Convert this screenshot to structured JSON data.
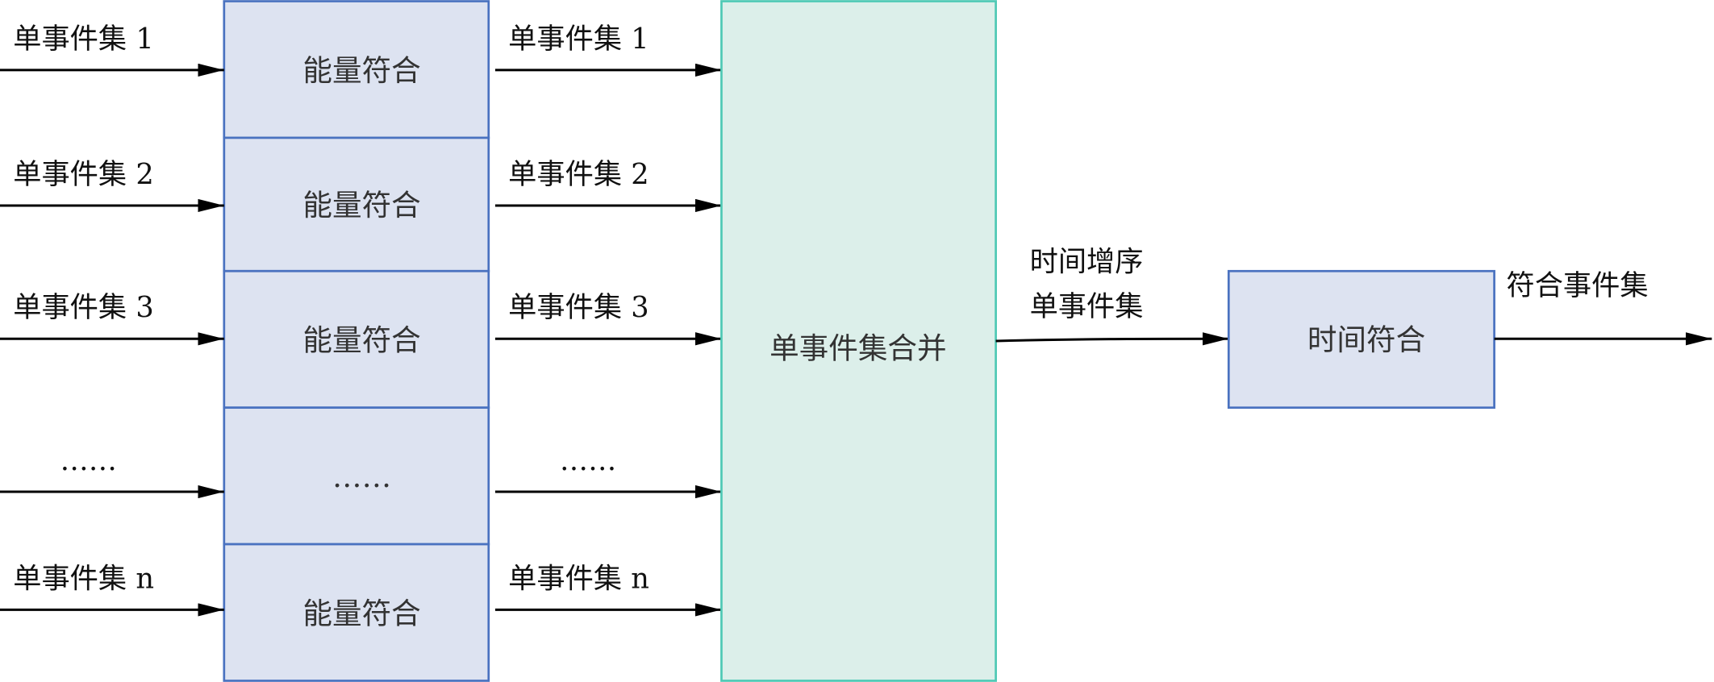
{
  "inputs": [
    "单事件集 1",
    "单事件集 2",
    "单事件集 3",
    "……",
    "单事件集 n"
  ],
  "energy_blocks": [
    "能量符合",
    "能量符合",
    "能量符合",
    "……",
    "能量符合"
  ],
  "outputs": [
    "单事件集 1",
    "单事件集 2",
    "单事件集 3",
    "……",
    "单事件集 n"
  ],
  "merge_block": "单事件集合并",
  "sorted_label_line1": "时间增序",
  "sorted_label_line2": "单事件集",
  "time_block": "时间符合",
  "final_output": "符合事件集",
  "colors": {
    "energy_fill": "#dde3f1",
    "energy_stroke": "#4a72c0",
    "merge_fill": "#dcefea",
    "merge_stroke": "#4fc9b5"
  }
}
